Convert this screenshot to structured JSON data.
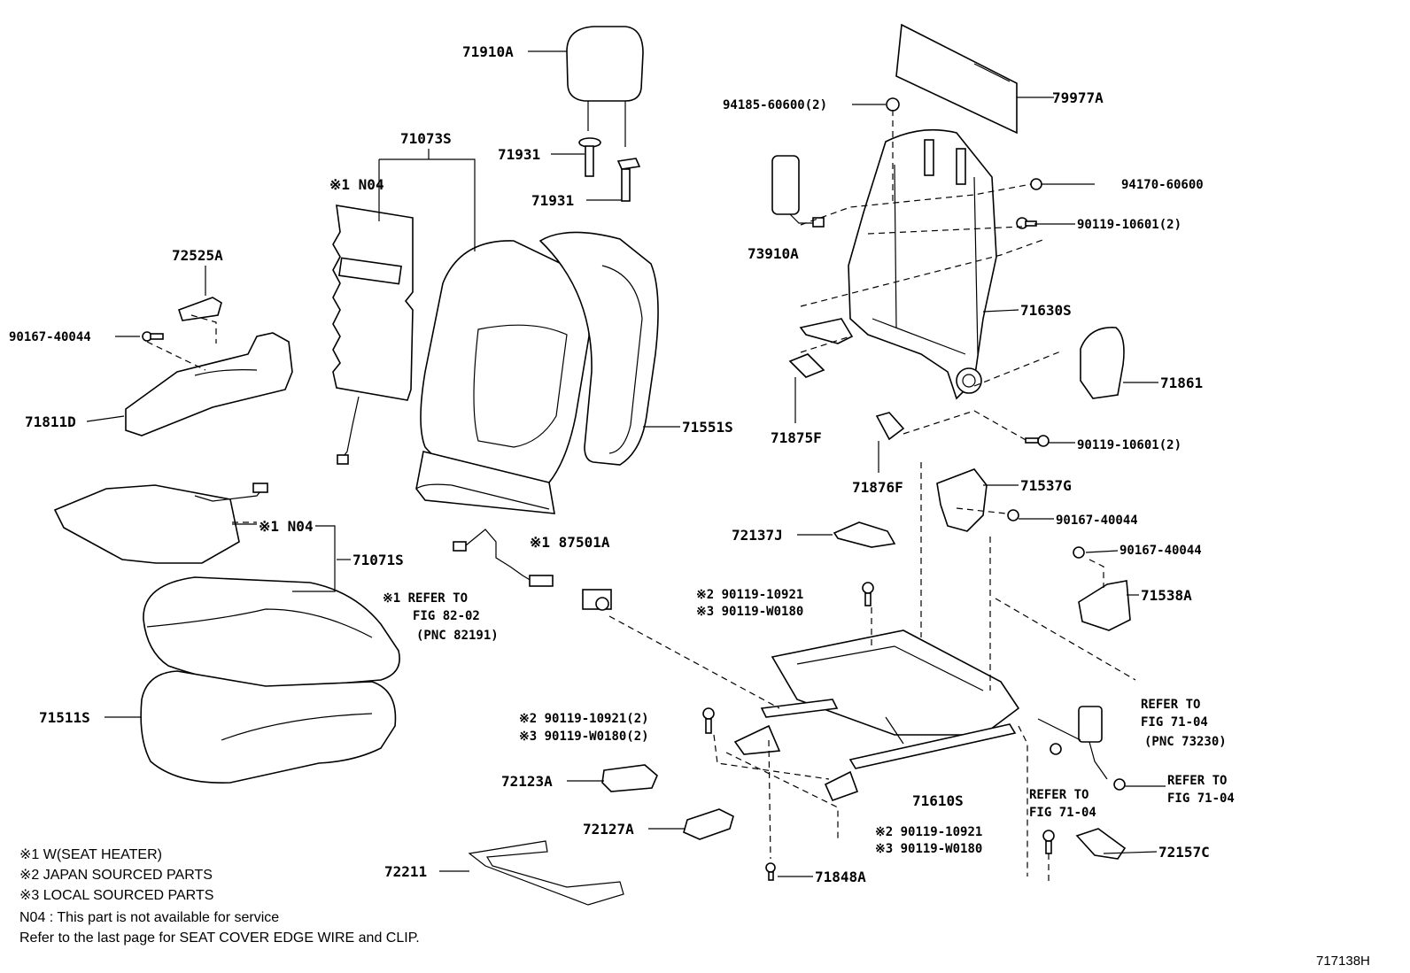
{
  "diagram_title": "",
  "figure_id": "717138H",
  "labels": {
    "p71910A": "71910A",
    "p71073S": "71073S",
    "p71931a": "71931",
    "p71931b": "71931",
    "mark1_n04_top": "※1 N04",
    "p72525A": "72525A",
    "p90167_left": "90167-40044",
    "p71811D": "71811D",
    "p71551S": "71551S",
    "mark1_n04_mid": "※1 N04",
    "p71071S": "71071S",
    "mark1_87501A": "※1 87501A",
    "refer_82_02_line1": "※1 REFER TO",
    "refer_82_02_line2": "FIG 82-02",
    "refer_82_02_line3": "(PNC 82191)",
    "p71511S": "71511S",
    "mark2_10921_2": "※2 90119-10921(2)",
    "mark3_w0180_2": "※3 90119-W0180(2)",
    "p72123A": "72123A",
    "p72127A": "72127A",
    "p72211": "72211",
    "p71848A": "71848A",
    "p94185": "94185-60600(2)",
    "p79977A": "79977A",
    "p94170": "94170-60600",
    "p90119_top": "90119-10601(2)",
    "p73910A": "73910A",
    "p71630S": "71630S",
    "p71861": "71861",
    "p71875F": "71875F",
    "p90119_mid": "90119-10601(2)",
    "p71876F": "71876F",
    "p71537G": "71537G",
    "p90167_r1": "90167-40044",
    "p72137J": "72137J",
    "p90167_r2": "90167-40044",
    "mark2_10921_a": "※2 90119-10921",
    "mark3_w0180_a": "※3 90119-W0180",
    "p71538A": "71538A",
    "refer_71_04a_l1": "REFER TO",
    "refer_71_04a_l2": "FIG 71-04",
    "refer_71_04a_l3": "(PNC 73230)",
    "p71610S": "71610S",
    "refer_71_04b_l1": "REFER TO",
    "refer_71_04b_l2": "FIG 71-04",
    "refer_71_04c_l1": "REFER TO",
    "refer_71_04c_l2": "FIG 71-04",
    "mark2_10921_b": "※2 90119-10921",
    "mark3_w0180_b": "※3 90119-W0180",
    "p72157C": "72157C"
  },
  "legend": {
    "note1": "※1 W(SEAT HEATER)",
    "note2": "※2 JAPAN SOURCED PARTS",
    "note3": "※3 LOCAL SOURCED PARTS",
    "note4": "N04 : This part is not available for service",
    "note5": "Refer to the last page for SEAT COVER EDGE WIRE and CLIP."
  }
}
